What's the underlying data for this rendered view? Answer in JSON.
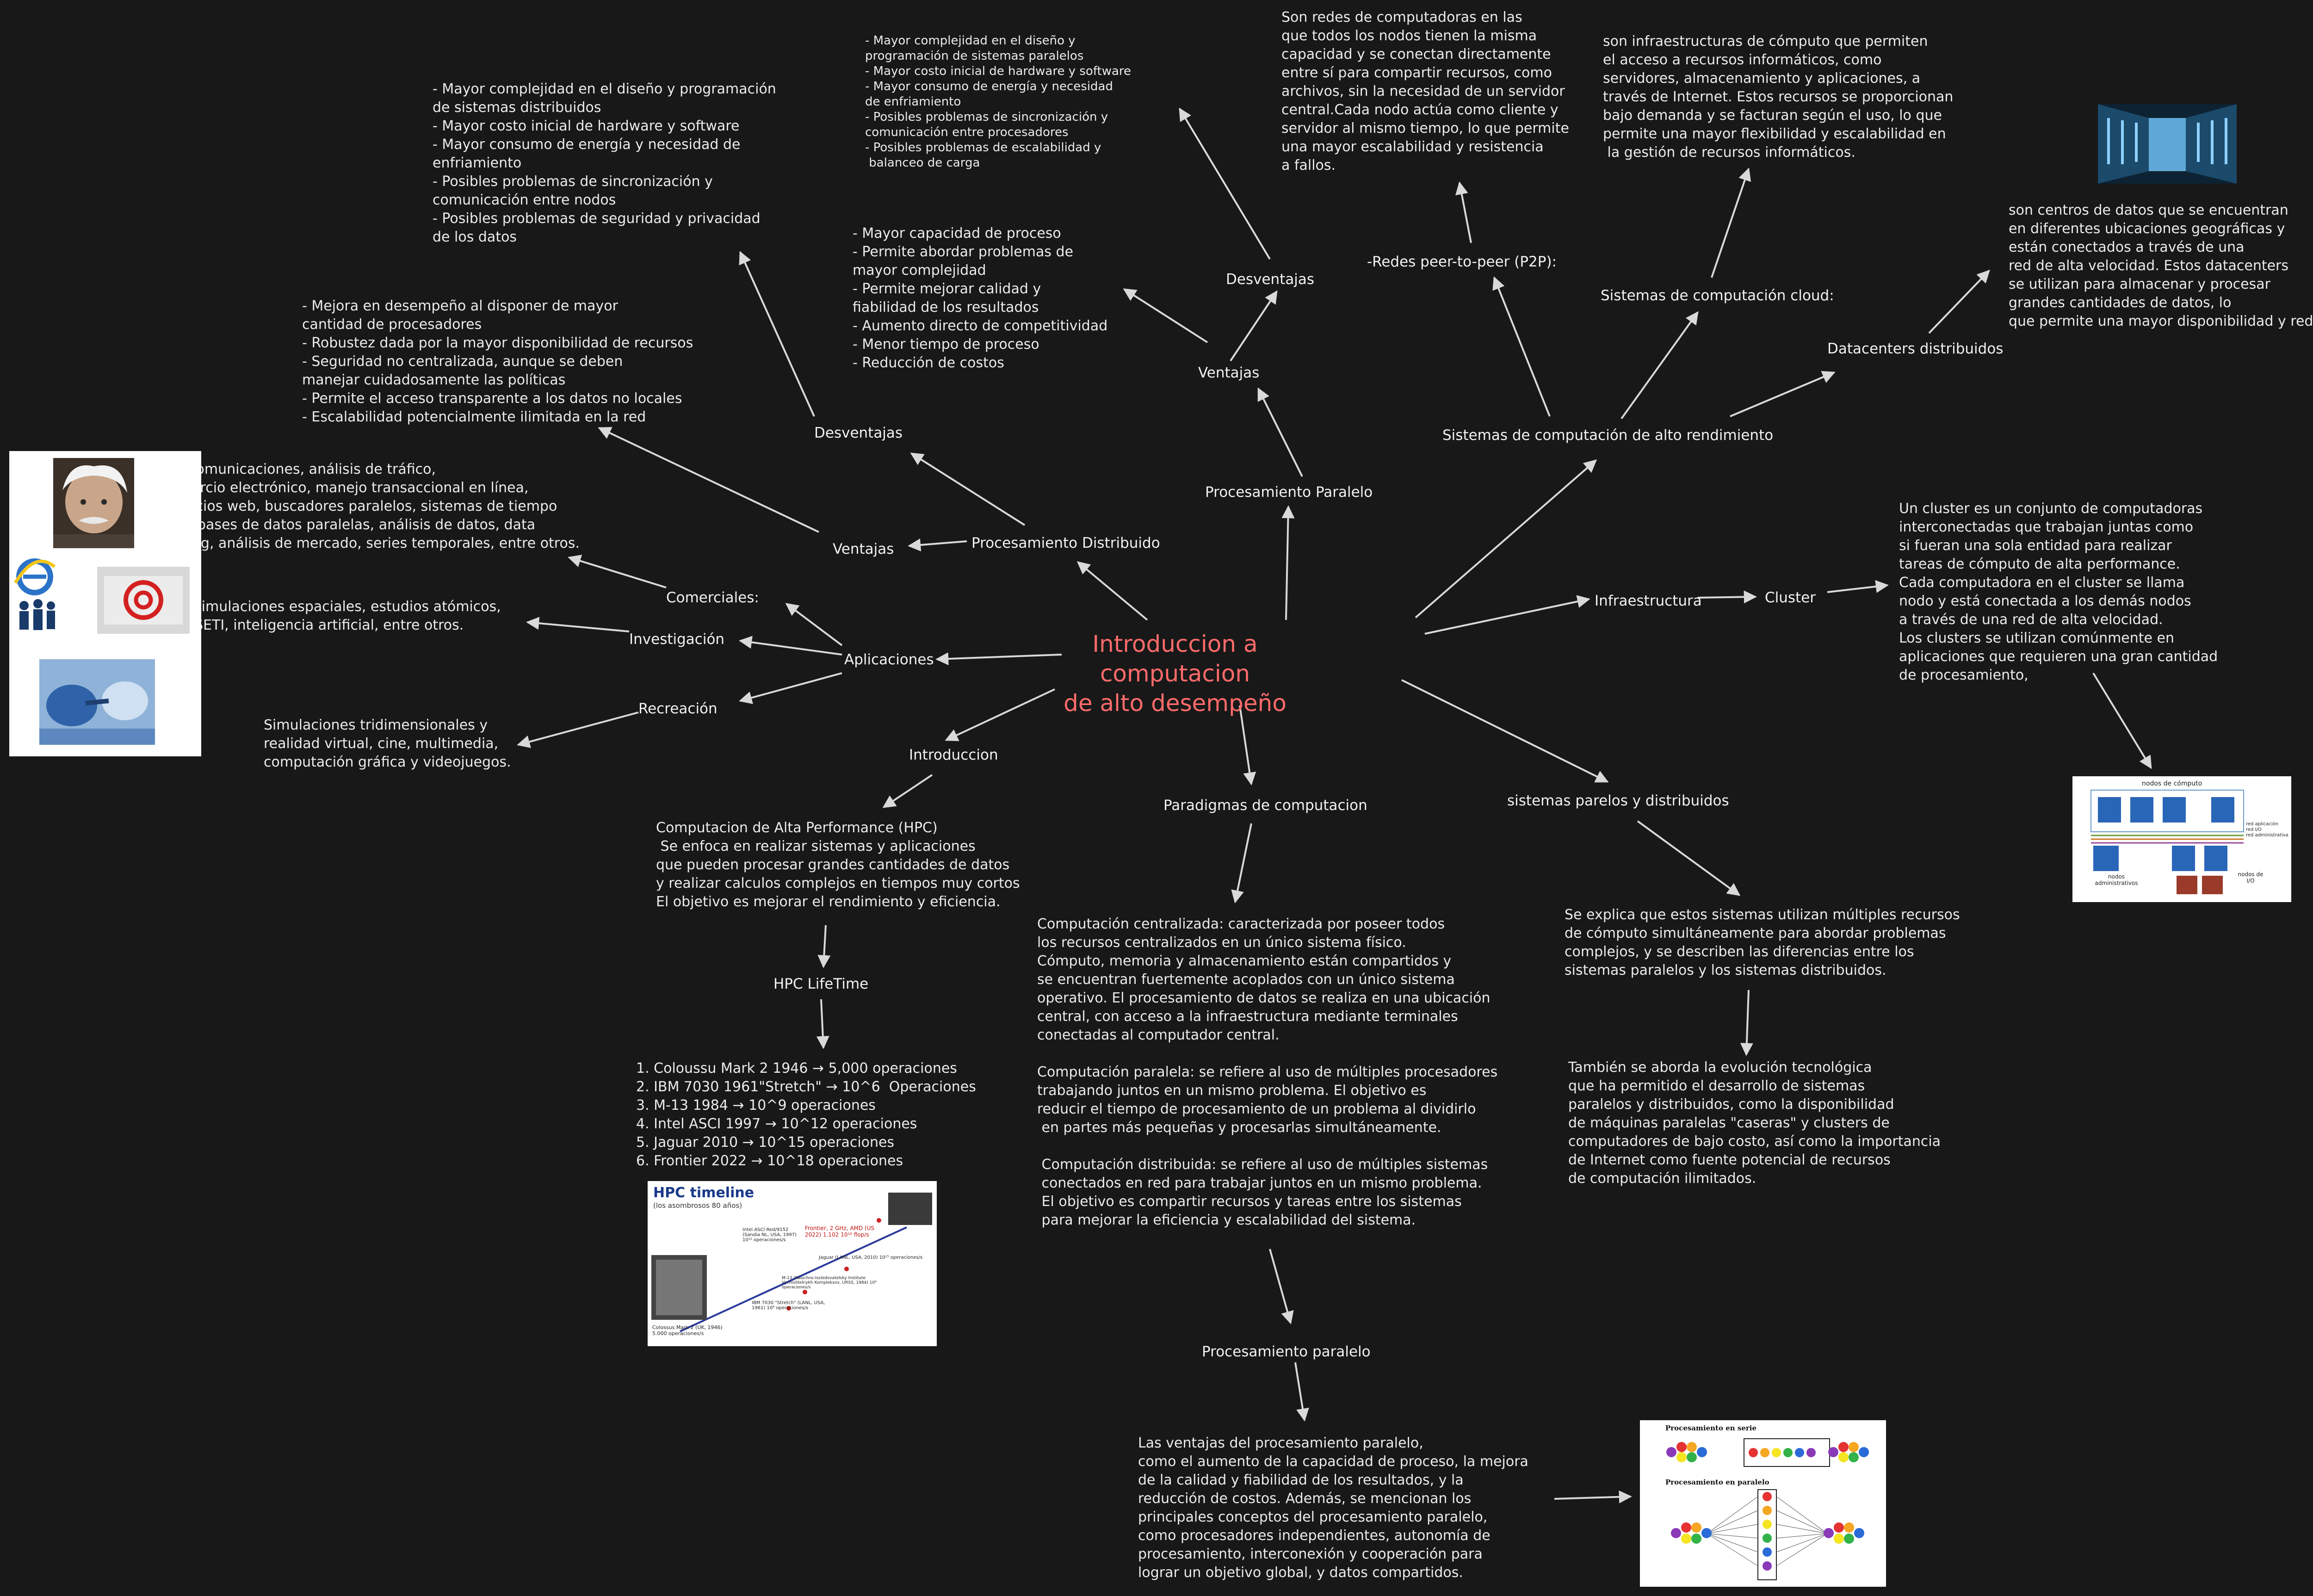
{
  "colors": {
    "background": "#181818",
    "text": "#f0f0f0",
    "central_topic": "#ff6b6b",
    "connector": "#d9d9d9"
  },
  "central_topic": [
    "Introduccion a computacion",
    "de alto desempeño"
  ],
  "nodes": {
    "procesamiento_paralelo": "Procesamiento Paralelo",
    "ventajas_paralelo": "Ventajas",
    "desventajas_paralelo": "Desventajas",
    "procesamiento_distribuido": "Procesamiento Distribuido",
    "ventajas_distribuido": "Ventajas",
    "desventajas_distribuido": "Desventajas",
    "aplicaciones": "Aplicaciones",
    "comerciales": "Comerciales:",
    "investigacion": "Investigación",
    "recreacion": "Recreación",
    "introduccion": "Introduccion",
    "hpc_lifetime": "HPC LifeTime",
    "paradigmas": "Paradigmas de computacion",
    "procesamiento_paralelo_2": "Procesamiento paralelo",
    "sistemas_paralelos": "sistemas parelos y distribuidos",
    "sistemas_alto_rendimiento": "Sistemas de computación de alto rendimiento",
    "p2p": "-Redes peer-to-peer (P2P):",
    "cloud": "Sistemas de computación cloud:",
    "datacenters": "Datacenters distribuidos",
    "infraestructura": "Infraestructura",
    "cluster": "Cluster"
  },
  "texts": {
    "desventajas_paralelo": "- Mayor complejidad en el diseño y\nprogramación de sistemas paralelos\n- Mayor costo inicial de hardware y software\n- Mayor consumo de energía y necesidad\nde enfriamiento\n- Posibles problemas de sincronización y\ncomunicación entre procesadores\n- Posibles problemas de escalabilidad y\n balanceo de carga",
    "ventajas_paralelo": "- Mayor capacidad de proceso\n- Permite abordar problemas de\nmayor complejidad\n- Permite mejorar calidad y\nfiabilidad de los resultados\n- Aumento directo de competitividad\n- Menor tiempo de proceso\n- Reducción de costos",
    "desventajas_distribuido": "- Mayor complejidad en el diseño y programación\nde sistemas distribuidos\n- Mayor costo inicial de hardware y software\n- Mayor consumo de energía y necesidad de\nenfriamiento\n- Posibles problemas de sincronización y\ncomunicación entre nodos\n- Posibles problemas de seguridad y privacidad\nde los datos",
    "ventajas_distribuido": "- Mejora en desempeño al disponer de mayor\ncantidad de procesadores\n- Robustez dada por la mayor disponibilidad de recursos\n- Seguridad no centralizada, aunque se deben\nmanejar cuidadosamente las políticas\n- Permite el acceso transparente a los datos no locales\n- Escalabilidad potencialmente ilimitada en la red",
    "comerciales": "telecomunicaciones, análisis de tráfico,\ncomercio electrónico, manejo transaccional en línea,\nservicios web, buscadores paralelos, sistemas de tiempo\nreal, bases de datos paralelas, análisis de datos, data\nmining, análisis de mercado, series temporales, entre otros.",
    "investigacion": "simulaciones espaciales, estudios atómicos,\nSETI, inteligencia artificial, entre otros.",
    "recreacion": "Simulaciones tridimensionales y\nrealidad virtual, cine, multimedia,\ncomputación gráfica y videojuegos.",
    "introduccion": "Computacion de Alta Performance (HPC)\n Se enfoca en realizar sistemas y aplicaciones\nque pueden procesar grandes cantidades de datos\ny realizar calculos complejos en tiempos muy cortos\nEl objetivo es mejorar el rendimiento y eficiencia.",
    "hpc_lifetime": "1. Coloussu Mark 2 1946 → 5,000 operaciones\n2. IBM 7030 1961\"Stretch\" → 10^6  Operaciones\n3. M-13 1984 → 10^9 operaciones\n4. Intel ASCI 1997 → 10^12 operaciones\n5. Jaguar 2010 → 10^15 operaciones\n6. Frontier 2022 → 10^18 operaciones",
    "paradigmas": "Computación centralizada: caracterizada por poseer todos\nlos recursos centralizados en un único sistema físico.\nCómputo, memoria y almacenamiento están compartidos y\nse encuentran fuertemente acoplados con un único sistema\noperativo. El procesamiento de datos se realiza en una ubicación\ncentral, con acceso a la infraestructura mediante terminales\nconectadas al computador central.\n\nComputación paralela: se refiere al uso de múltiples procesadores\ntrabajando juntos en un mismo problema. El objetivo es\nreducir el tiempo de procesamiento de un problema al dividirlo\n en partes más pequeñas y procesarlas simultáneamente.\n\n Computación distribuida: se refiere al uso de múltiples sistemas\n conectados en red para trabajar juntos en un mismo problema.\n El objetivo es compartir recursos y tareas entre los sistemas\n para mejorar la eficiencia y escalabilidad del sistema.",
    "procesamiento_paralelo_2": "Las ventajas del procesamiento paralelo,\ncomo el aumento de la capacidad de proceso, la mejora\nde la calidad y fiabilidad de los resultados, y la\nreducción de costos. Además, se mencionan los\nprincipales conceptos del procesamiento paralelo,\ncomo procesadores independientes, autonomía de\nprocesamiento, interconexión y cooperación para\nlograr un objetivo global, y datos compartidos.",
    "sistemas_paralelos_1": "Se explica que estos sistemas utilizan múltiples recursos\nde cómputo simultáneamente para abordar problemas\ncomplejos, y se describen las diferencias entre los\nsistemas paralelos y los sistemas distribuidos.",
    "sistemas_paralelos_2": "También se aborda la evolución tecnológica\nque ha permitido el desarrollo de sistemas\nparalelos y distribuidos, como la disponibilidad\nde máquinas paralelas \"caseras\" y clusters de\ncomputadores de bajo costo, así como la importancia\nde Internet como fuente potencial de recursos\nde computación ilimitados.",
    "p2p": "Son redes de computadoras en las\nque todos los nodos tienen la misma\ncapacidad y se conectan directamente\nentre sí para compartir recursos, como\narchivos, sin la necesidad de un servidor\ncentral.Cada nodo actúa como cliente y\nservidor al mismo tiempo, lo que permite\nuna mayor escalabilidad y resistencia\na fallos.",
    "cloud": "son infraestructuras de cómputo que permiten\nel acceso a recursos informáticos, como\nservidores, almacenamiento y aplicaciones, a\ntravés de Internet. Estos recursos se proporcionan\nbajo demanda y se facturan según el uso, lo que\npermite una mayor flexibilidad y escalabilidad en\n la gestión de recursos informáticos.",
    "datacenters": "son centros de datos que se encuentran\nen diferentes ubicaciones geográficas y\nestán conectados a través de una\nred de alta velocidad. Estos datacenters\nse utilizan para almacenar y procesar\ngrandes cantidades de datos, lo\nque permite una mayor disponibilidad y redundancia.",
    "cluster": "Un cluster es un conjunto de computadoras\ninterconectadas que trabajan juntas como\nsi fueran una sola entidad para realizar\ntareas de cómputo de alta performance.\nCada computadora en el cluster se llama\nnodo y está conectada a los demás nodos\na través de una red de alta velocidad.\nLos clusters se utilizan comúnmente en\naplicaciones que requieren una gran cantidad\nde procesamiento,"
  },
  "hpc_image": {
    "title": "HPC timeline",
    "subtitle": "(los asombrosos 80 años)",
    "labels": [
      "Frontier, 2 GHz, AMD (US 2022) 1.102 10¹⁸ flop/s",
      "Intel ASCI Red/9152 (Sandia NL, USA, 1997) 10¹² operaciones/s",
      "Jaguar (LANL, USA, 2010) 10¹⁵ operaciones/s",
      "M-13 (Nauchno-Issledovatelsky Institute Vychislitelnykh Kompleksov, URSS, 1984) 10⁹ operaciones/s",
      "IBM 7030 \"Stretch\" (LANL, USA, 1961) 10⁶ operaciones/s",
      "Colossus Mark 2 (UK, 1946) 5.000 operaciones/s"
    ]
  },
  "cluster_image": {
    "title": "nodos de cómputo",
    "labels": [
      "red aplicación",
      "red I/O",
      "red administrativa",
      "nodos administrativos",
      "nodos de I/O"
    ]
  },
  "parallel_image": {
    "serie_title": "Procesamiento en serie",
    "paralelo_title": "Procesamiento en paralelo"
  },
  "icons": [
    "einstein-portrait-icon",
    "internet-explorer-icon",
    "people-icon",
    "email-at-icon",
    "cable-plug-icon",
    "server-room-icon"
  ]
}
